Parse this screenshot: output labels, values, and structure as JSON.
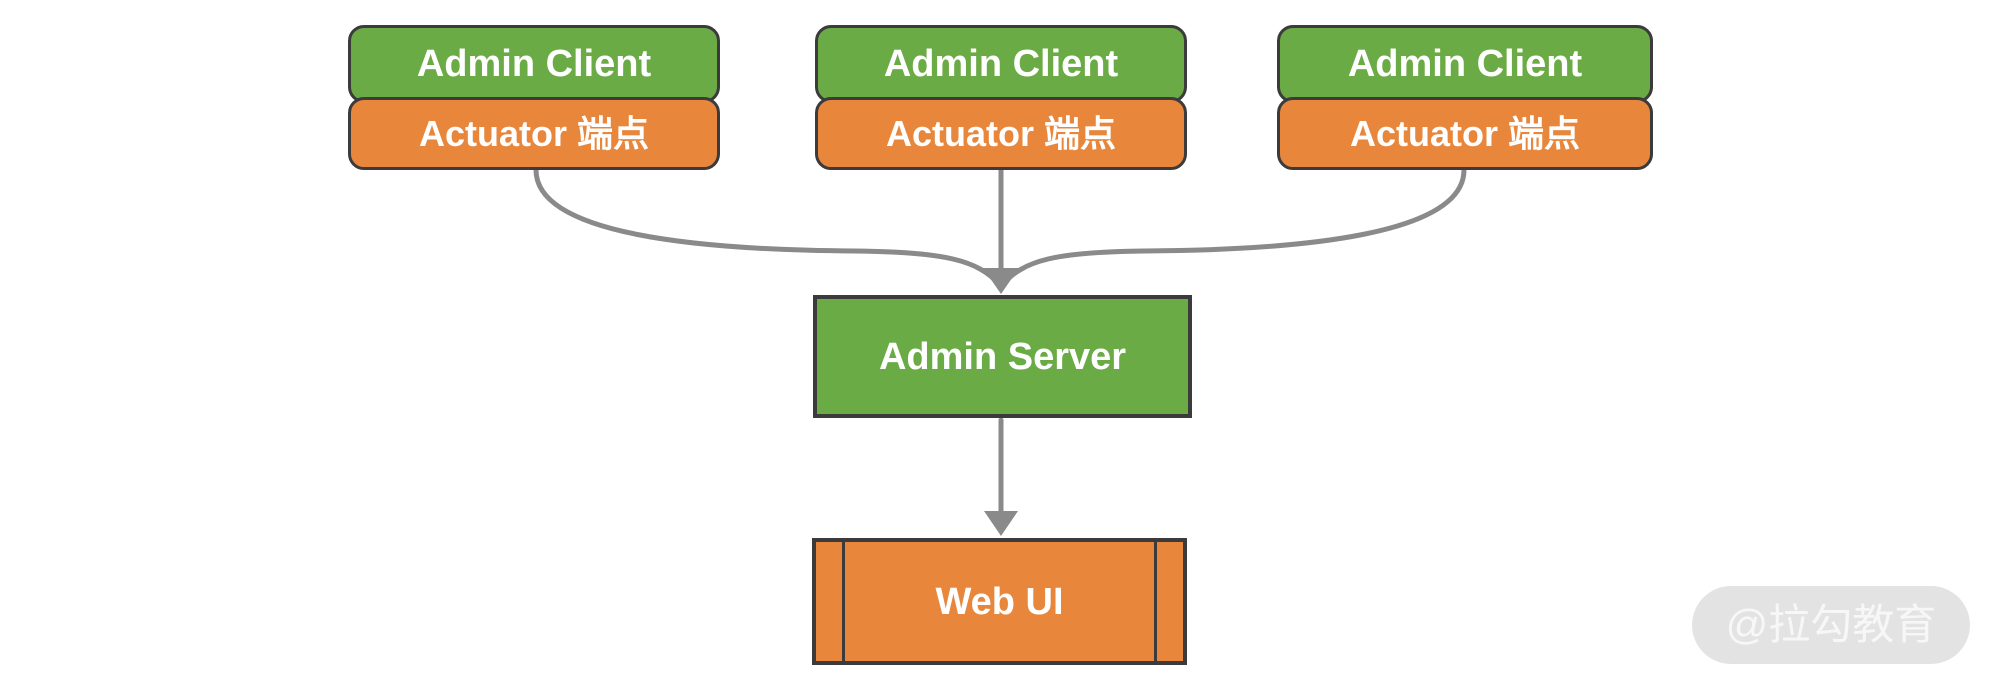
{
  "diagram": {
    "clients": [
      {
        "title": "Admin Client",
        "subtitle": "Actuator 端点"
      },
      {
        "title": "Admin Client",
        "subtitle": "Actuator 端点"
      },
      {
        "title": "Admin Client",
        "subtitle": "Actuator 端点"
      }
    ],
    "server": {
      "label": "Admin Server"
    },
    "webui": {
      "label": "Web UI"
    },
    "watermark": {
      "text": "@拉勾教育"
    },
    "colors": {
      "green": "#6aab45",
      "orange": "#e8873c",
      "border": "#3b3b3b",
      "connector": "#8a8a8a",
      "watermark_bg": "#e3e3e3",
      "watermark_text": "#f7f7f7"
    }
  }
}
